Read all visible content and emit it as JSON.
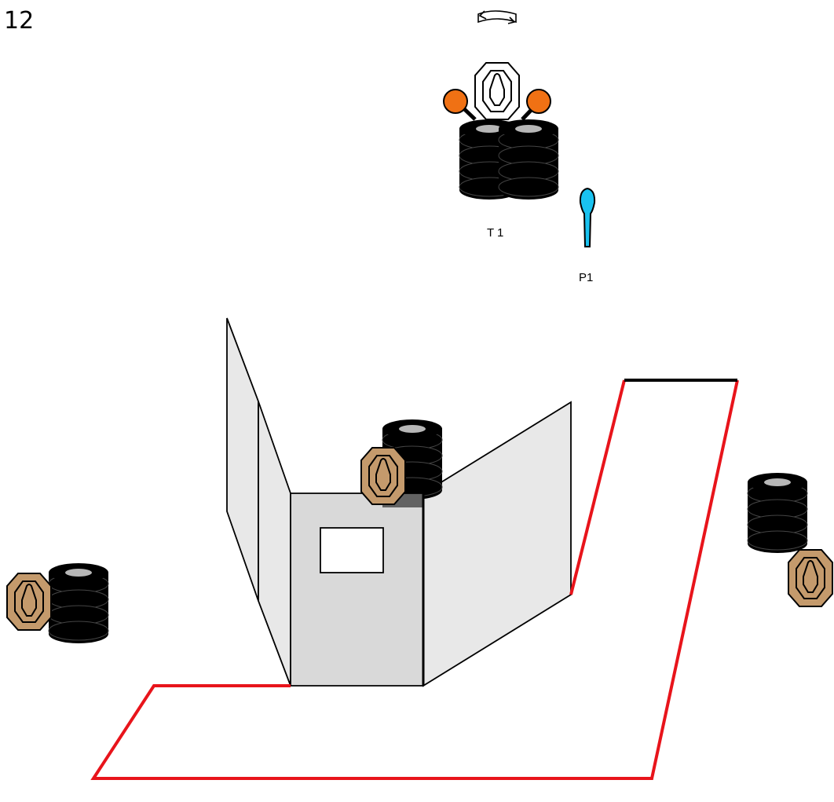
{
  "stage": {
    "number": "12",
    "labels": {
      "target_t1": "T 1",
      "popper_p1": "P1"
    }
  },
  "legend": {
    "rotate_icon": "rotate-arrows-icon"
  },
  "colors": {
    "fault_line": "#e8141b",
    "wall_side": "#e8e8e8",
    "wall_front": "#d9d9d9",
    "tire": "#000000",
    "paper_target_shoot": "#c49a6c",
    "paper_target_noshoot": "#ffffff",
    "plate": "#f07114",
    "popper": "#19c2f0"
  }
}
